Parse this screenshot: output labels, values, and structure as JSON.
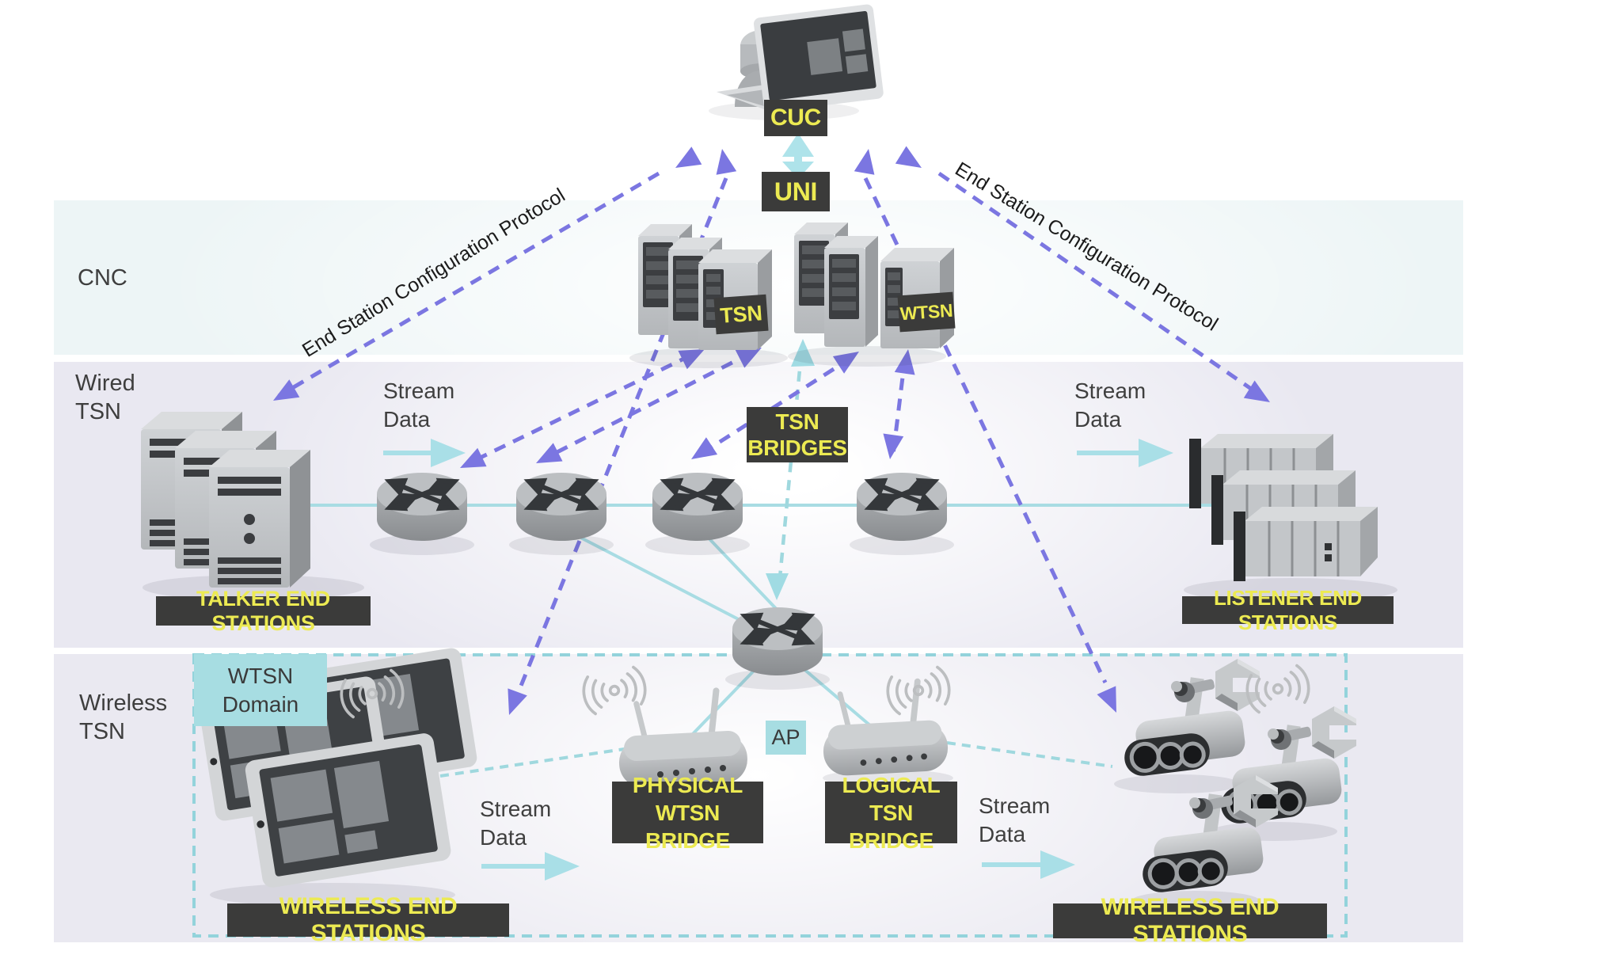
{
  "bands": {
    "cnc": {
      "label": "CNC"
    },
    "wired": {
      "label": [
        "Wired",
        "TSN"
      ]
    },
    "wireless": {
      "label": [
        "Wireless",
        "TSN"
      ]
    }
  },
  "nodes": {
    "cuc": "CUC",
    "uni": "UNI",
    "tsn_server": "TSN",
    "wtsn_server": "WTSN",
    "tsn_bridges": [
      "TSN",
      "BRIDGES"
    ],
    "talker": "TALKER END STATIONS",
    "listener": "LISTENER END STATIONS",
    "wireless_end_left": "WIRELESS END STATIONS",
    "wireless_end_right": "WIRELESS END STATIONS",
    "physical_bridge": [
      "PHYSICAL",
      "WTSN BRIDGE"
    ],
    "logical_bridge": [
      "LOGICAL",
      "TSN BRIDGE"
    ],
    "ap": "AP",
    "wtsn_domain": [
      "WTSN",
      "Domain"
    ]
  },
  "annotations": {
    "esc_protocol_left": "End Station Configuration Protocol",
    "esc_protocol_right": "End Station Configuration Protocol",
    "stream_data": [
      "Stream",
      "Data"
    ]
  },
  "colors": {
    "config_protocol_purple": "#7b76e1",
    "stream_teal": "#a9dfe7",
    "line_teal": "#a8dce3",
    "domain_border_teal": "#93d3db",
    "label_box_dark": "#3b3b3a",
    "label_text_yellow": "#ecea52",
    "domain_box_teal": "#a7dde2",
    "band_cnc": "#edf5f6",
    "band_wired": "#e9e8f1",
    "band_wireless": "#eae9f1"
  }
}
